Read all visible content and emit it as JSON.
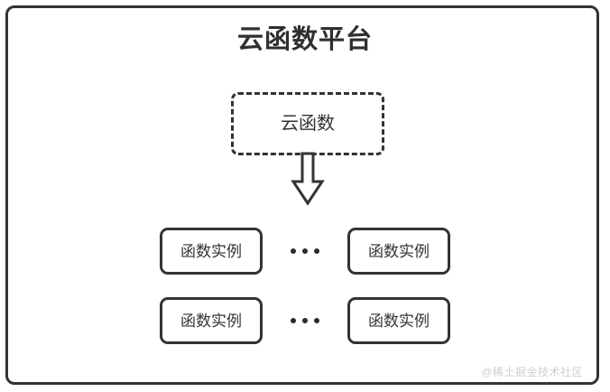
{
  "diagram": {
    "type": "block-diagram",
    "frame": {
      "name": "cloud-function-platform",
      "title": "云函数平台"
    },
    "nodes": {
      "cloud_function": {
        "label": "云函数",
        "style": "dashed-rounded-rectangle"
      },
      "instances": [
        {
          "row": 1,
          "left_label": "函数实例",
          "ellipsis": "•••",
          "right_label": "函数实例"
        },
        {
          "row": 2,
          "left_label": "函数实例",
          "ellipsis": "•••",
          "right_label": "函数实例"
        }
      ]
    },
    "connectors": [
      {
        "name": "down-block-arrow",
        "from": "云函数",
        "to": "函数实例",
        "direction": "down"
      }
    ],
    "watermark": "@稀土掘金技术社区",
    "colors": {
      "stroke": "#333333",
      "title_text": "#2f2f2f",
      "label_text": "#333333",
      "background": "#ffffff",
      "dot": "#2b2b2b",
      "watermark_text": "#cfcfcf"
    }
  }
}
